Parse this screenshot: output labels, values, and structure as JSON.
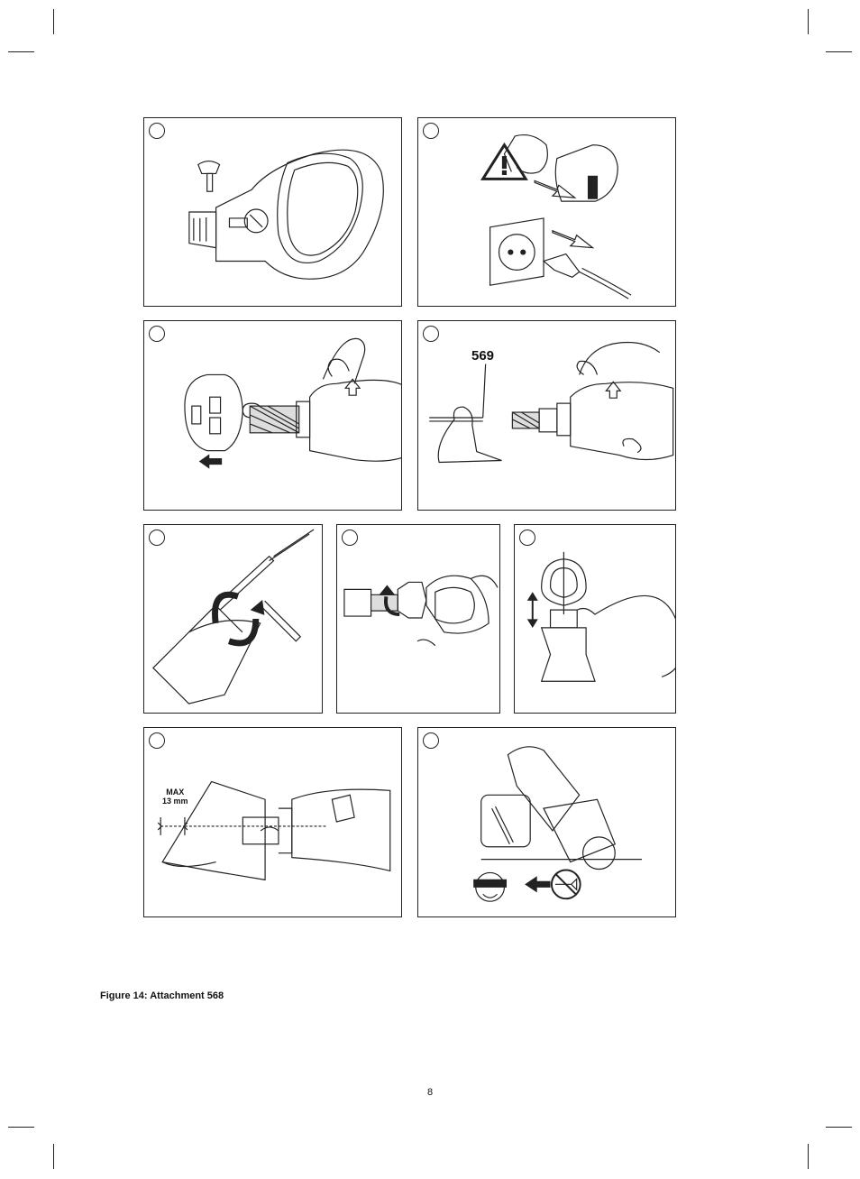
{
  "figure": {
    "caption": "Figure 14: Attachment 568",
    "page_number": "8"
  },
  "panels": {
    "p4": {
      "label": "569"
    },
    "p8": {
      "label_line1": "MAX",
      "label_line2": "13 mm"
    }
  },
  "icons": [
    "warning-triangle-icon",
    "wall-socket-icon",
    "power-plug-icon",
    "battery-pack-icon",
    "arrow-icon",
    "rotate-arrow-icon",
    "vertical-double-arrow-icon",
    "safety-goggles-mask-icon",
    "no-dust-extraction-icon"
  ]
}
